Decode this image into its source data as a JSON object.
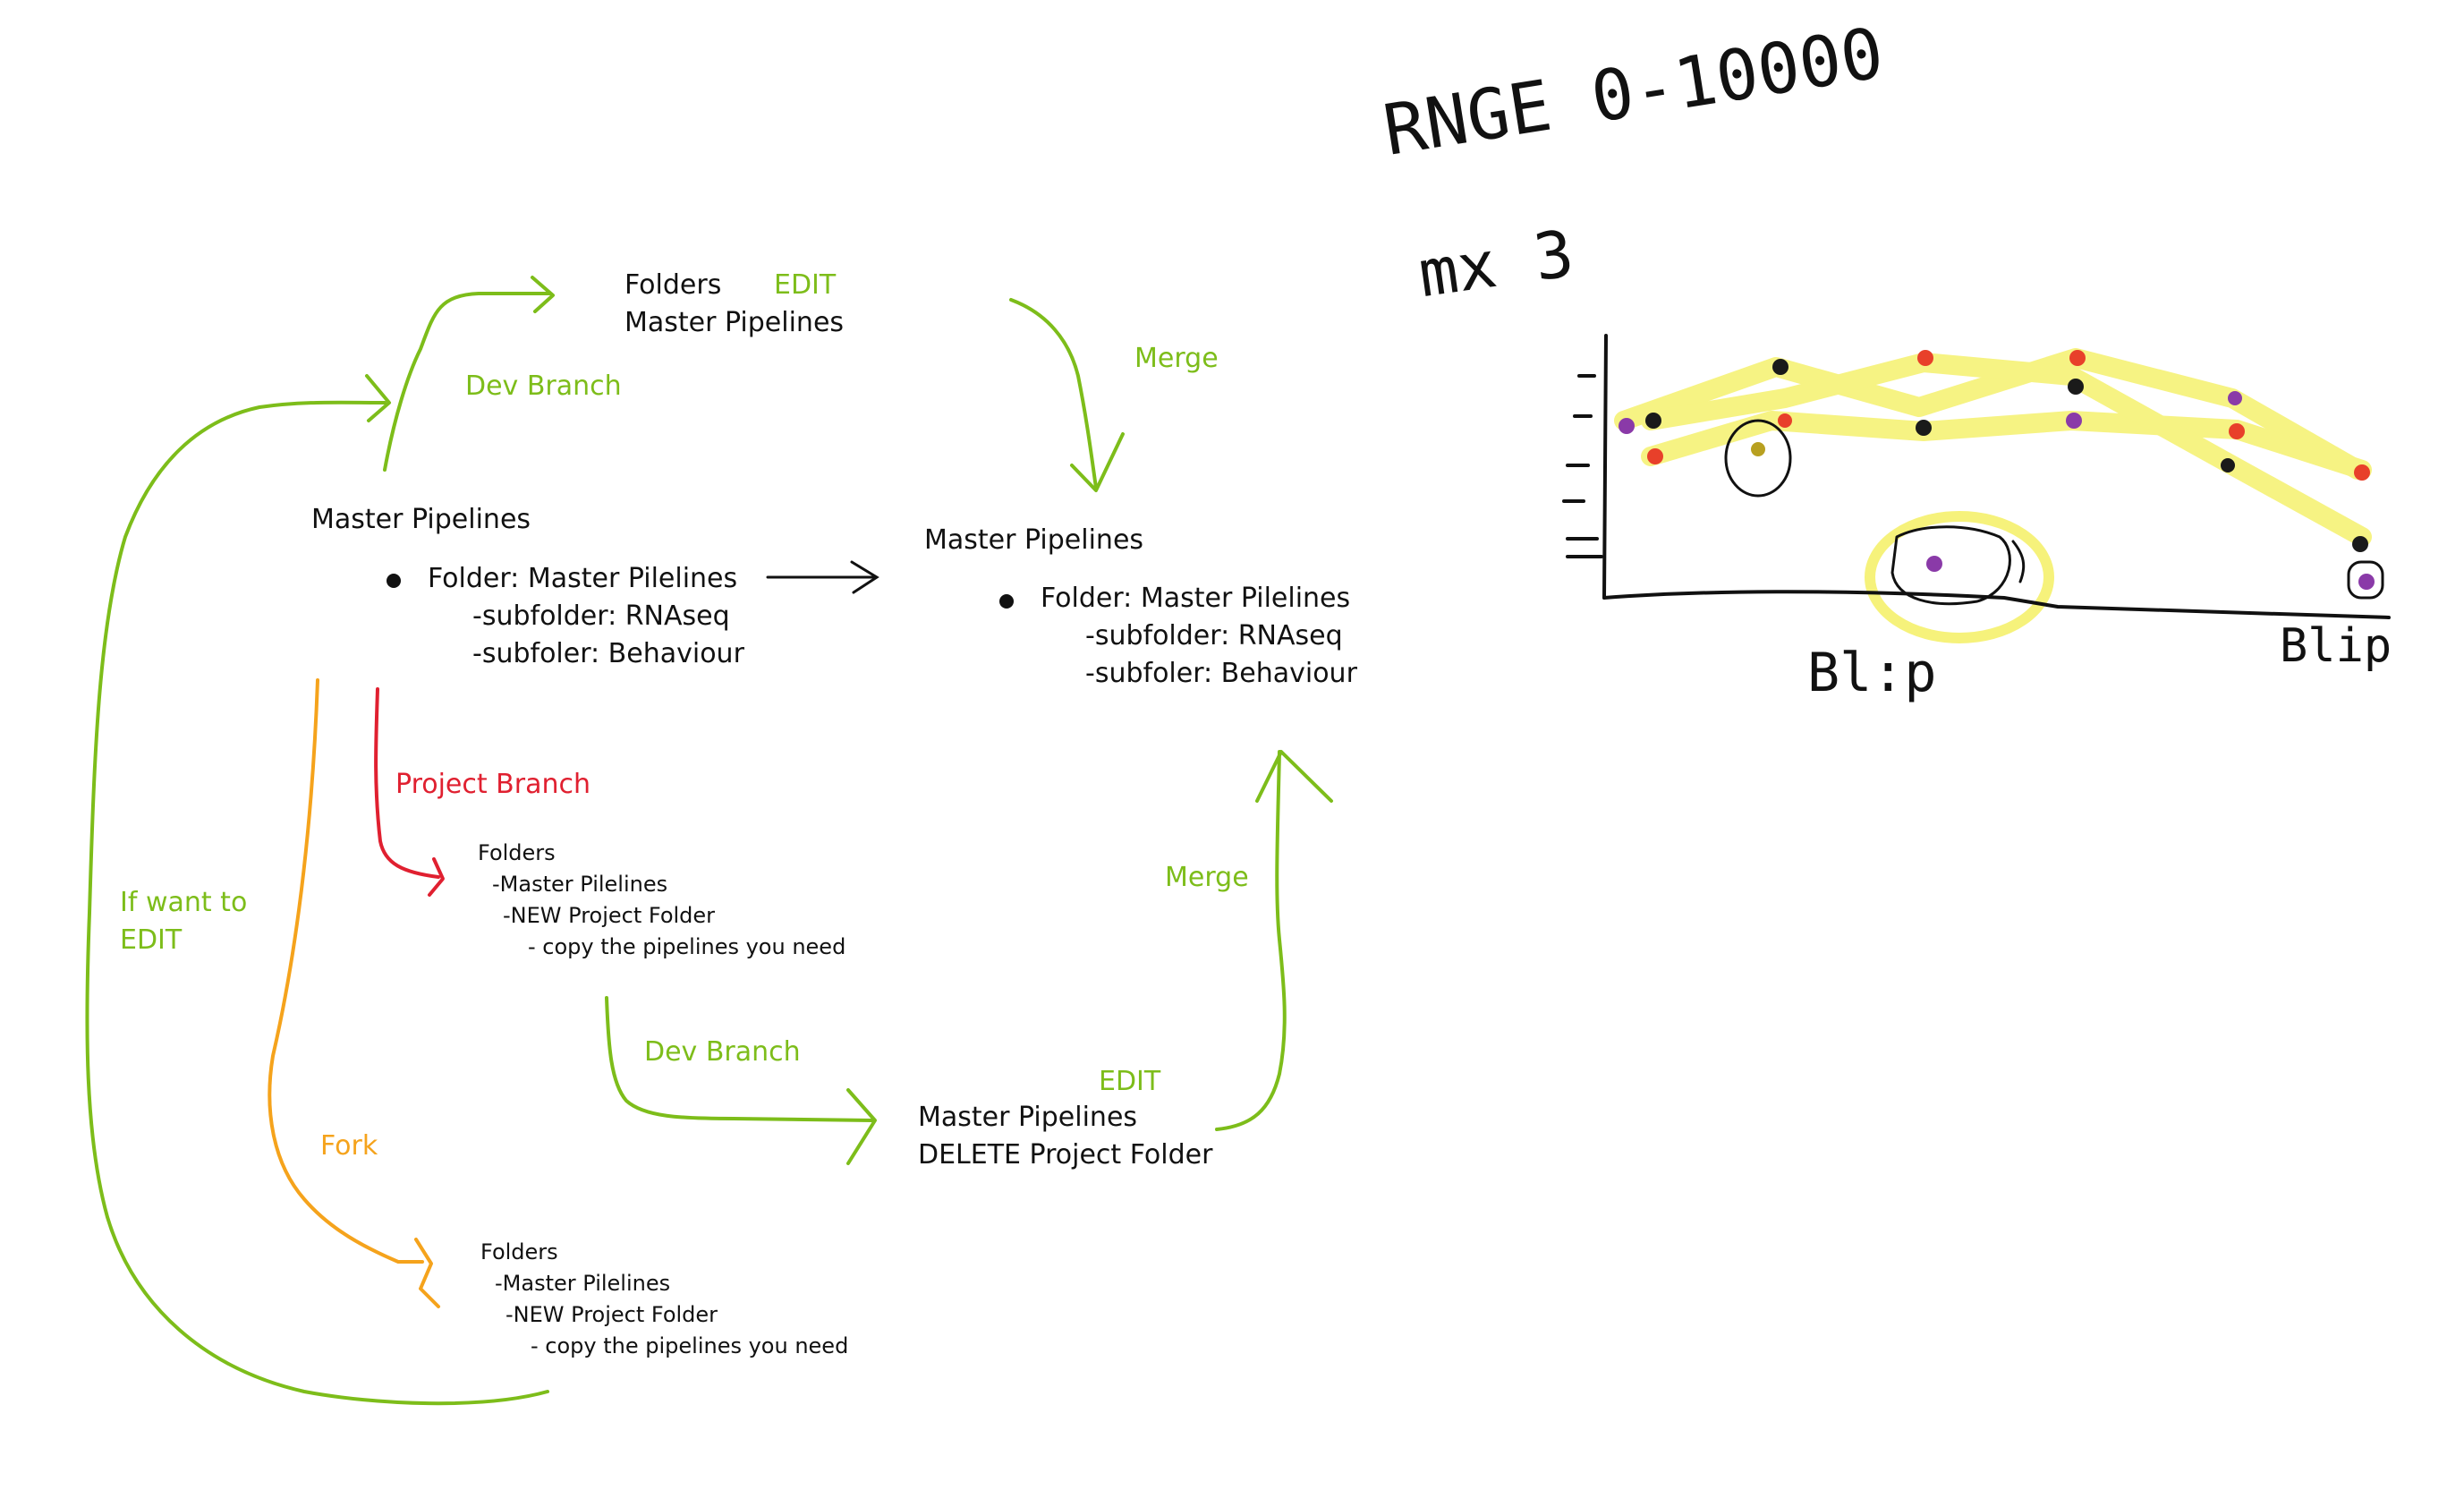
{
  "colors": {
    "green": "#7dbd1a",
    "red": "#e02030",
    "orange": "#f5a31c",
    "ink": "#111111",
    "highlight": "#f4ef5a",
    "plot_red": "#e8402a",
    "plot_purple": "#8a3aa8",
    "plot_black": "#1a1a1a",
    "plot_olive": "#b8a020"
  },
  "top_node": {
    "line1": "Folders",
    "edit": "EDIT",
    "line2": "Master Pipelines"
  },
  "left_node": {
    "title": "Master Pipelines",
    "folder": "Folder: Master Pilelines",
    "sub1": "-subfolder: RNAseq",
    "sub2": "-subfoler: Behaviour"
  },
  "right_node": {
    "title": "Master Pipelines",
    "folder": "Folder: Master Pilelines",
    "sub1": "-subfolder: RNAseq",
    "sub2": "-subfoler: Behaviour"
  },
  "project_node": {
    "l1": "Folders",
    "l2": "-Master Pilelines",
    "l3": "-NEW Project Folder",
    "l4": "- copy the pipelines you need"
  },
  "fork_node": {
    "l1": "Folders",
    "l2": "-Master Pilelines",
    "l3": "-NEW Project Folder",
    "l4": "- copy the pipelines you need"
  },
  "edit_node": {
    "edit": "EDIT",
    "line1": "Master Pipelines",
    "line2": "DELETE Project Folder"
  },
  "labels": {
    "dev_branch_top": "Dev Branch",
    "merge_top": "Merge",
    "project_branch": "Project Branch",
    "if_want_line1": "If want to",
    "if_want_line2": "EDIT",
    "fork": "Fork",
    "dev_branch_bottom": "Dev Branch",
    "merge_bottom": "Merge"
  },
  "sketch": {
    "range_note": "RNGE 0-10000",
    "mx_note": "mx 3",
    "x_label_1": "Bl:p",
    "x_label_2": "Blip"
  }
}
